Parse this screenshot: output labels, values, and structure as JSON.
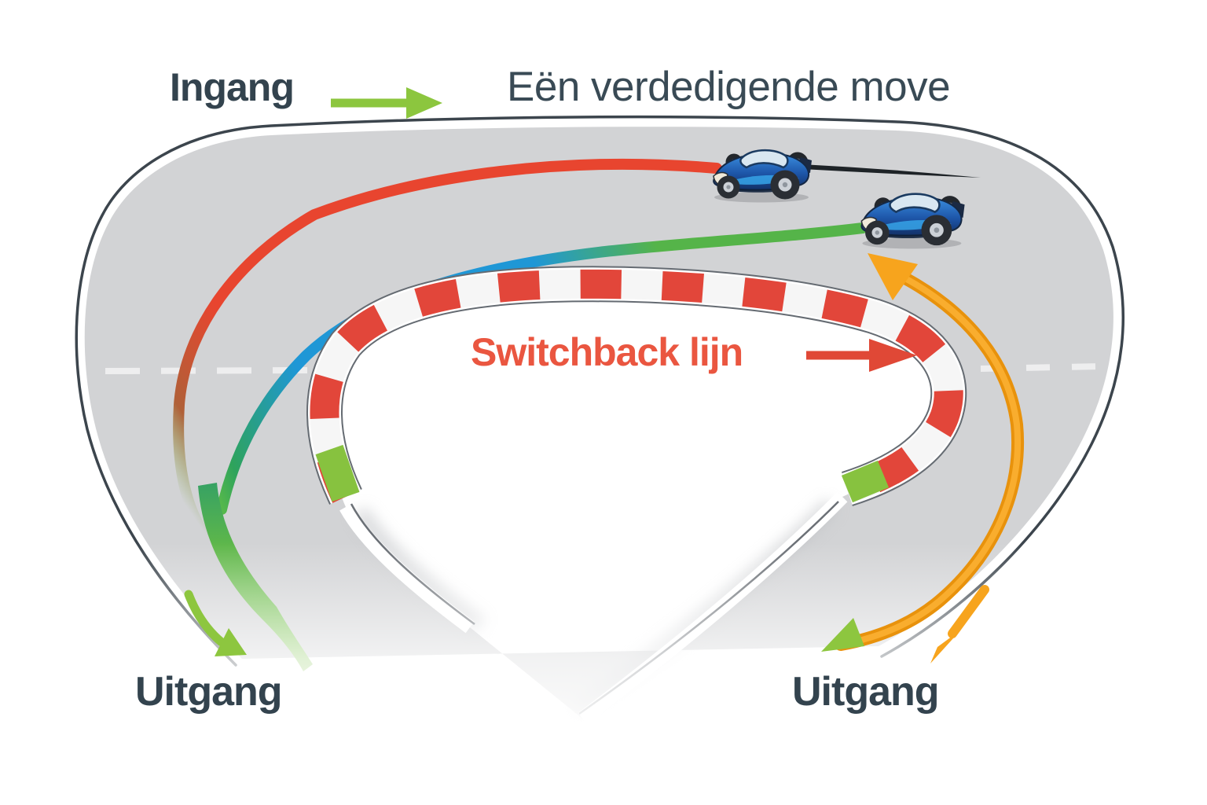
{
  "diagram": {
    "title": "Eën verdedigende move",
    "labels": {
      "entry": "Ingang",
      "switchback": "Switchback lijn",
      "exit_left": "Uitgang",
      "exit_right": "Uitgang"
    },
    "icons": {
      "entry_arrow": "green-right-arrow",
      "switchback_arrow": "red-right-arrow",
      "exit_left_arrow": "green-curved-down-arrow",
      "exit_right_arrow": "orange-down-left-arrow",
      "orange_line_top_arrow": "orange-up-left-arrowhead",
      "orange_line_end_arrow": "green-down-left-arrowhead",
      "cars": "blue-race-buggy"
    },
    "colors": {
      "text_dark": "#33434e",
      "switchback_text": "#ea5640",
      "line_red": "#e8452f",
      "line_blue": "#1f97d6",
      "line_green": "#7cc341",
      "line_orange": "#f7a41d",
      "track_gray": "#d2d3d5",
      "curb_red": "#e2463a",
      "curb_white": "#f6f6f6",
      "outline_dark": "#3c454d",
      "car_blue": "#2e7fd6"
    }
  }
}
